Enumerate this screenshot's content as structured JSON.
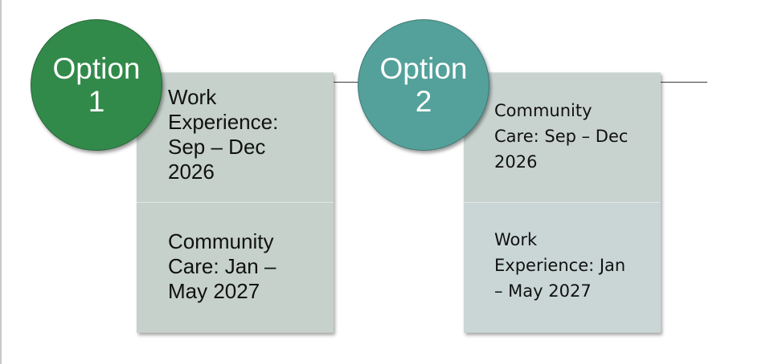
{
  "colors": {
    "option1_circle": "#328a4a",
    "option2_circle": "#54a19b",
    "card_fill_1": "#c5d1ca",
    "card_fill_2_top": "#c8d3cf",
    "card_fill_2_bottom": "#c9d6d5",
    "timeline": "#3a3a3a"
  },
  "options": [
    {
      "label": "Option",
      "number": "1",
      "periods": [
        {
          "text": "Work Experience: Sep – Dec 2026",
          "lines": [
            "Work",
            "Experience:",
            "Sep – Dec",
            "2026"
          ]
        },
        {
          "text": "Community Care: Jan – May 2027",
          "lines": [
            "Community",
            "Care: Jan –",
            "May 2027"
          ]
        }
      ]
    },
    {
      "label": "Option",
      "number": "2",
      "periods": [
        {
          "text": "Community Care: Sep – Dec 2026",
          "lines": [
            "Community",
            "Care: Sep – Dec",
            "2026"
          ]
        },
        {
          "text": "Work Experience: Jan – May 2027",
          "lines": [
            "Work",
            "Experience: Jan",
            "– May 2027"
          ]
        }
      ]
    }
  ]
}
